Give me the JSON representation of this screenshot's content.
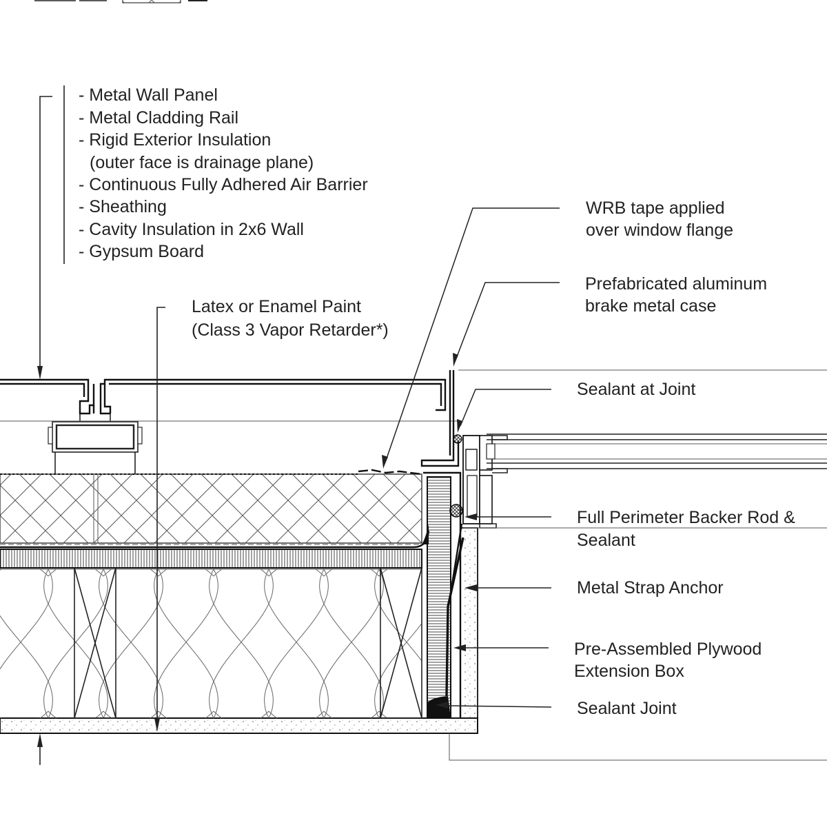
{
  "wall_assembly": {
    "layers": [
      "- Metal Wall Panel",
      "- Metal Cladding Rail",
      "- Rigid Exterior Insulation",
      "(outer face is drainage plane)",
      "- Continuous Fully Adhered Air Barrier",
      "- Sheathing",
      "- Cavity Insulation in 2x6 Wall",
      "- Gypsum Board"
    ]
  },
  "paint_note": {
    "line1": "Latex or Enamel Paint",
    "line2": "(Class 3 Vapor Retarder*)"
  },
  "callouts": {
    "wrb": [
      "WRB tape applied",
      "over window flange"
    ],
    "case": [
      "Prefabricated aluminum",
      "brake metal case"
    ],
    "sealant_joint_top": [
      "Sealant at Joint"
    ],
    "backer_rod": [
      "Full Perimeter Backer Rod &",
      "Sealant"
    ],
    "strap": [
      "Metal Strap Anchor"
    ],
    "plywood_box": [
      "Pre-Assembled Plywood",
      "Extension Box"
    ],
    "sealant_joint_bottom": [
      "Sealant Joint"
    ]
  }
}
